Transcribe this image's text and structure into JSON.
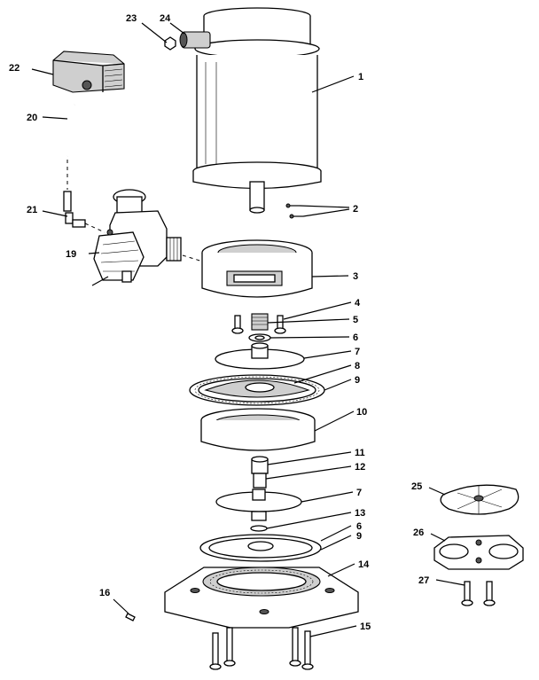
{
  "callouts": [
    {
      "id": "1",
      "text": "1"
    },
    {
      "id": "2",
      "text": "2"
    },
    {
      "id": "3",
      "text": "3"
    },
    {
      "id": "4",
      "text": "4"
    },
    {
      "id": "5",
      "text": "5"
    },
    {
      "id": "6a",
      "text": "6"
    },
    {
      "id": "7a",
      "text": "7"
    },
    {
      "id": "8a",
      "text": "8"
    },
    {
      "id": "9a",
      "text": "9"
    },
    {
      "id": "10",
      "text": "10"
    },
    {
      "id": "11",
      "text": "11"
    },
    {
      "id": "12",
      "text": "12"
    },
    {
      "id": "7b",
      "text": "7"
    },
    {
      "id": "13",
      "text": "13"
    },
    {
      "id": "6b",
      "text": "6"
    },
    {
      "id": "9b",
      "text": "9"
    },
    {
      "id": "14",
      "text": "14"
    },
    {
      "id": "15",
      "text": "15"
    },
    {
      "id": "16",
      "text": "16"
    },
    {
      "id": "19",
      "text": "19"
    },
    {
      "id": "20",
      "text": "20"
    },
    {
      "id": "21",
      "text": "21"
    },
    {
      "id": "22",
      "text": "22"
    },
    {
      "id": "23",
      "text": "23"
    },
    {
      "id": "24",
      "text": "24"
    },
    {
      "id": "25",
      "text": "25"
    },
    {
      "id": "26",
      "text": "26"
    },
    {
      "id": "27",
      "text": "27"
    }
  ]
}
